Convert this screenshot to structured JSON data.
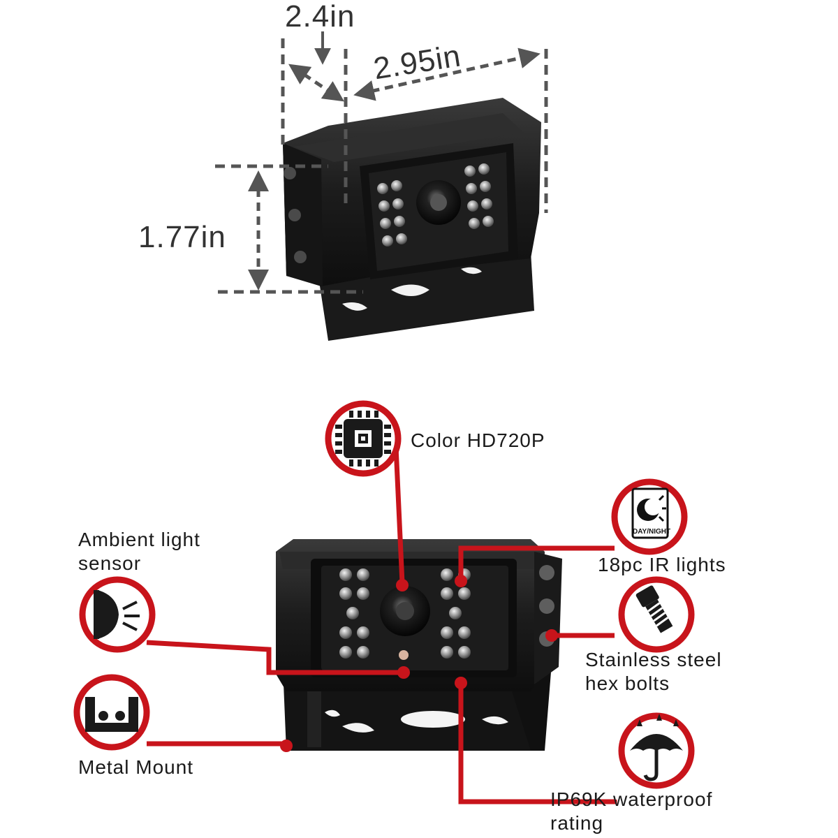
{
  "dimensions": {
    "depth": "2.4in",
    "width": "2.95in",
    "height": "1.77in"
  },
  "features": {
    "sensor": "Color HD720P",
    "day_night_icon_text": "DAY/NIGHT",
    "ir_lights": "18pc IR lights",
    "ambient_sensor": [
      "Ambient light",
      "sensor"
    ],
    "hex_bolts": [
      "Stainless steel",
      "hex bolts"
    ],
    "mount": "Metal Mount",
    "waterproof": [
      "IP69K waterproof",
      "rating"
    ]
  },
  "colors": {
    "accent": "#c8141b",
    "camera_body": "#1b1b1b"
  }
}
